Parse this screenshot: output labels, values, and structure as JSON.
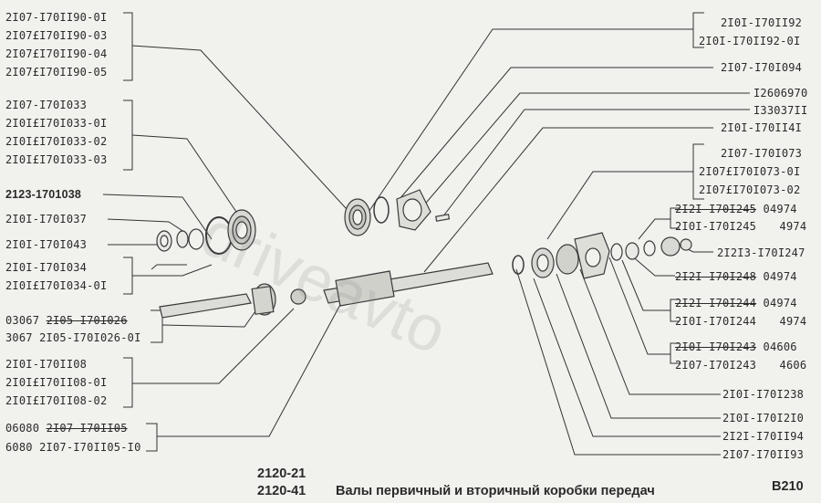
{
  "labels": {
    "l1": "2I07-I70II90-0I",
    "l2": "2I07£I70II90-03",
    "l3": "2I07£I70II90-04",
    "l4": "2I07£I70II90-05",
    "l5": "2I07-I70I033",
    "l6": "2I0I£I70I033-0I",
    "l7": "2I0I£I70I033-02",
    "l8": "2I0I£I70I033-03",
    "l9": "2123-1701038",
    "l10": "2I0I-I70I037",
    "l11": "2I0I-I70I043",
    "l12": "2I0I-I70I034",
    "l13": "2I0I£I70I034-0I",
    "l14a": "03067",
    "l14b": "2I05-I70I026",
    "l15": "3067  2I05-I70I026-0I",
    "l16": "2I0I-I70II08",
    "l17": "2I0I£I70II08-0I",
    "l18": "2I0I£I70II08-02",
    "l19a": "06080",
    "l19b": "2I07-I70II05",
    "l20": "6080   2I07-I70II05-I0",
    "r1": "2I0I-I70II92",
    "r2": "2I0I-I70II92-0I",
    "r3": "2I07-I70I094",
    "r4": "I2606970",
    "r5": "I33037II",
    "r6": "2I0I-I70II4I",
    "r7": "2I07-I70I073",
    "r8": "2I07£I70I073-0I",
    "r9": "2I07£I70I073-02",
    "r10a": "2I2I-I70I245",
    "r10b": "04974",
    "r11a": "2I0I-I70I245",
    "r11b": "4974",
    "r12": "2I2I3-I70I247",
    "r13a": "2I2I-I70I248",
    "r13b": "04974",
    "r14a": "2I2I-I70I244",
    "r14b": "04974",
    "r15a": "2I0I-I70I244",
    "r15b": "4974",
    "r16a": "2I0I-I70I243",
    "r16b": "04606",
    "r17a": "2I07-I70I243",
    "r17b": "4606",
    "r18": "2I0I-I70I238",
    "r19": "2I0I-I70I2I0",
    "r20": "2I2I-I70II94",
    "r21": "2I07-I70II93"
  },
  "footer": {
    "model1": "2120-21",
    "model2": "2120-41",
    "caption": "Валы первичный и вторичный коробки  передач",
    "page": "B210"
  },
  "watermark": "driveavto"
}
